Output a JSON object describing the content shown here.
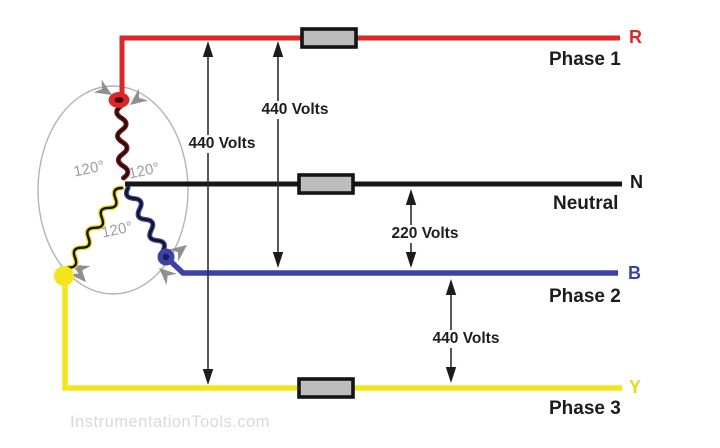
{
  "watermark": "InstrumentationTools.com",
  "angles": [
    "120°",
    "120°",
    "120°"
  ],
  "phases": [
    {
      "terminal": "R",
      "name": "Phase 1",
      "color": "#d92a2a"
    },
    {
      "terminal": "N",
      "name": "Neutral",
      "color": "#161616"
    },
    {
      "terminal": "B",
      "name": "Phase 2",
      "color": "#3d43a6"
    },
    {
      "terminal": "Y",
      "name": "Phase 3",
      "color": "#e8d71a"
    }
  ],
  "voltages": [
    {
      "label": "440 Volts",
      "span": "R to Y"
    },
    {
      "label": "440 Volts",
      "span": "R to B"
    },
    {
      "label": "220 Volts",
      "span": "Neutral to B"
    },
    {
      "label": "440 Volts",
      "span": "B to Y"
    }
  ]
}
